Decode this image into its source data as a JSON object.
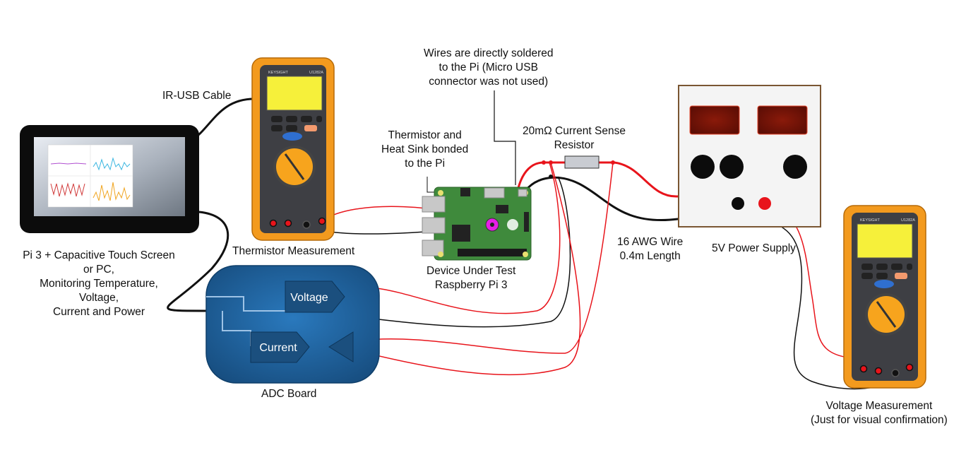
{
  "labels": {
    "ir_usb_cable": "IR-USB Cable",
    "wires_note": [
      "Wires are directly soldered",
      "to the Pi (Micro USB",
      "connector was not used)"
    ],
    "thermistor_note": [
      "Thermistor and",
      "Heat Sink bonded",
      "to the Pi"
    ],
    "current_sense": [
      "20mΩ Current Sense",
      "Resistor"
    ],
    "thermistor_measurement": "Thermistor Measurement",
    "pi_screen": [
      "Pi 3 + Capacitive Touch Screen",
      "or PC,",
      "Monitoring Temperature,",
      "Voltage,",
      "Current and Power"
    ],
    "dut": [
      "Device Under Test",
      "Raspberry Pi 3"
    ],
    "wire_spec": [
      "16 AWG Wire",
      "0.4m Length"
    ],
    "power_supply": "5V Power Supply",
    "adc_board": "ADC Board",
    "voltage_measurement": [
      "Voltage Measurement",
      "(Just for visual confirmation)"
    ]
  },
  "adc": {
    "voltage": "Voltage",
    "current": "Current"
  },
  "meter": {
    "brand": "KEYSIGHT",
    "model": "U1282A"
  },
  "colors": {
    "wire_red": "#e8141b",
    "wire_black": "#111111",
    "meter_orange": "#f39a1e",
    "meter_screen": "#f6f03a",
    "adc_blue": "#1f5f9a",
    "pi_green": "#3f8a3c",
    "thermistor_magenta": "#e61ee6",
    "psu_display": "#7a1408"
  }
}
